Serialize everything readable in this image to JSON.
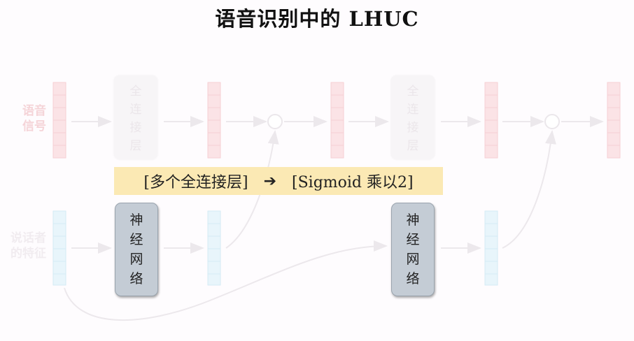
{
  "title": "语音识别中的 LHUC",
  "inputs": {
    "speech_signal": [
      "语音",
      "信号"
    ],
    "speaker_feature": [
      "说话者",
      "的特征"
    ]
  },
  "fc_layer_text": [
    "全",
    "连",
    "接",
    "层"
  ],
  "banner": {
    "left": "[多个全连接层]",
    "arrow": "➔",
    "right": "[Sigmoid 乘以2]"
  },
  "neural_network_text": [
    "神",
    "经",
    "网",
    "络"
  ],
  "colors": {
    "banner": "#fbe9b4",
    "nn_box": "#c4ccd5",
    "faded_red": "#fbe2e5",
    "faded_blue": "#e6f4fb"
  }
}
